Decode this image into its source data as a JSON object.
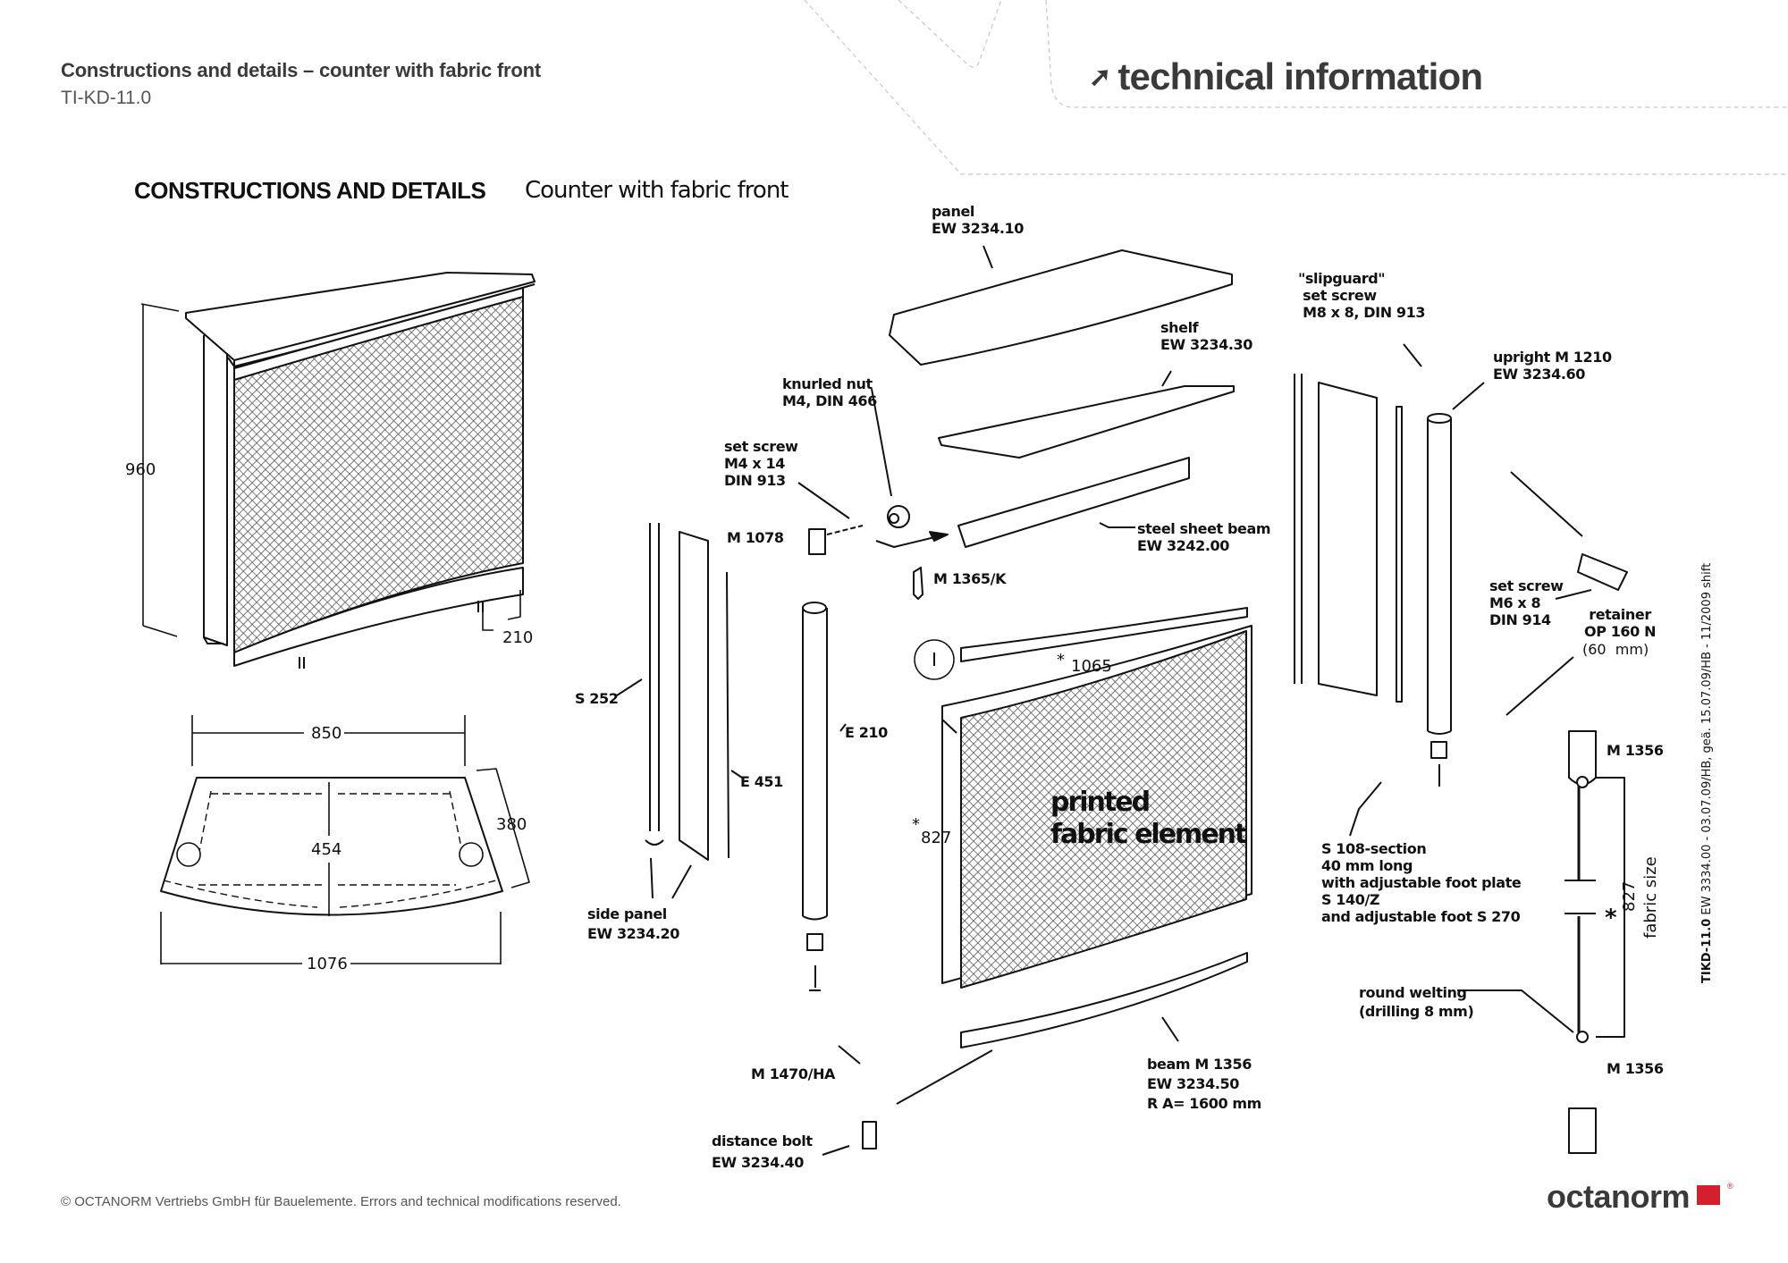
{
  "header": {
    "title": "Constructions and details – counter with fabric front",
    "code": "TI-KD-11.0",
    "section_badge": "technical information",
    "badge_icon": "arrow-up-right-icon"
  },
  "section": {
    "title": "CONSTRUCTIONS AND DETAILS",
    "subtitle": "Counter with fabric front"
  },
  "dimensions": {
    "height": "960",
    "depth_offset": "210",
    "top_width": "850",
    "depth": "380",
    "center_depth": "454",
    "bottom_width": "1076",
    "fabric_width": "1065",
    "fabric_height": "827",
    "profile_height": "827",
    "asterisk": "*",
    "fabric_size_label": "fabric size"
  },
  "parts": {
    "panel": "panel\nEW 3234.10",
    "shelf": "shelf\nEW 3234.30",
    "knurled_nut": "knurled nut\nM4, DIN 466",
    "set_screw_m4": "set screw\nM4 x 14\nDIN 913",
    "m1078": "M 1078",
    "steel_beam": "steel sheet beam\nEW 3242.00",
    "m1365k": "M 1365/K",
    "slipguard": "\"slipguard\"\n set screw\n M8 x 8, DIN 913",
    "upright": "upright M 1210\nEW 3234.60",
    "set_screw_m6": "set screw\nM6 x 8\nDIN 914",
    "retainer": "retainer\nOP 160 N",
    "retainer_size": "(60  mm)",
    "s252": "S 252",
    "e210": "E 210",
    "e451": "E 451",
    "side_panel": "side panel\nEW 3234.20",
    "fabric_element": "printed\nfabric element",
    "s108": "S 108-section\n40 mm long\nwith adjustable foot plate\nS 140/Z\nand adjustable foot S 270",
    "m1356_top": "M 1356",
    "m1356_bottom": "M 1356",
    "round_welting": "round welting\n(drilling 8 mm)",
    "m1470ha": "M 1470/HA",
    "distance_bolt": "distance bolt\nEW 3234.40",
    "beam": "beam M 1356\nEW 3234.50\nR A= 1600 mm"
  },
  "side_note": {
    "bold": "TIKD-11.0",
    "text": "  EW 3334.00 - 03.07.09/HB, geä. 15.07.09/HB - 11/2009 shift"
  },
  "footer": {
    "copyright": "© OCTANORM Vertriebs GmbH für Bauelemente. Errors and technical modifications reserved.",
    "logo": "octanorm",
    "logo_reg": "®"
  }
}
